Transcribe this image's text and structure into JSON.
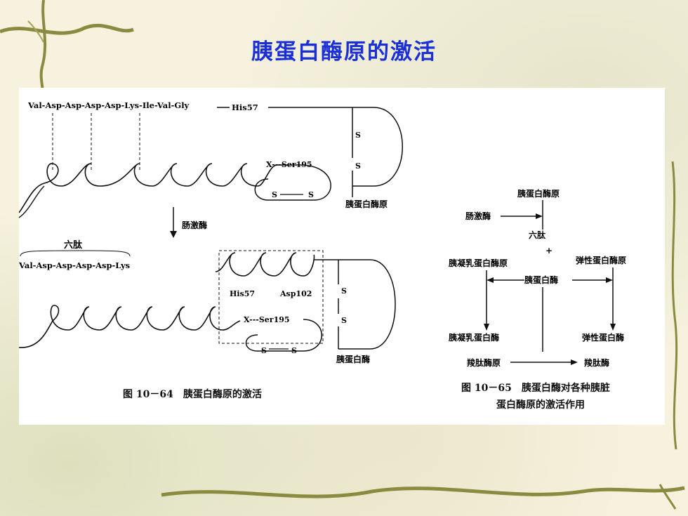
{
  "slide": {
    "title": "胰蛋白酶原的激活"
  },
  "fig_left": {
    "peptide_chain": "Val-Asp-Asp-Asp-Asp-Lys-Ile-Val-Gly",
    "his57_top": "His57",
    "x_ser195_top": "X---Ser195",
    "s_label": "S",
    "trypsinogen_label": "胰蛋白酶原",
    "enteropeptidase_label": "肠激酶",
    "hexapeptide_label": "六肽",
    "hexapeptide_chain": "Val-Asp-Asp-Asp-Asp-Lys",
    "his57_bottom": "His57",
    "asp102": "Asp102",
    "x_ser195_bottom": "X---Ser195",
    "trypsin_label": "胰蛋白酶",
    "caption": "图 10－64　胰蛋白酶原的激活"
  },
  "fig_right": {
    "trypsinogen": "胰蛋白酶原",
    "enteropeptidase": "肠激酶",
    "plus": "+",
    "hexapeptide": "六肽",
    "chymotrypsinogen": "胰凝乳蛋白酶原",
    "proelastase": "弹性蛋白酶原",
    "trypsin": "胰蛋白酶",
    "chymotrypsin": "胰凝乳蛋白酶",
    "elastase": "弹性蛋白酶",
    "procarboxypeptidase": "羧肽酶原",
    "carboxypeptidase": "羧肽酶",
    "caption_line1": "图 10－65　胰蛋白酶对各种胰脏",
    "caption_line2": "蛋白酶原的激活作用"
  }
}
